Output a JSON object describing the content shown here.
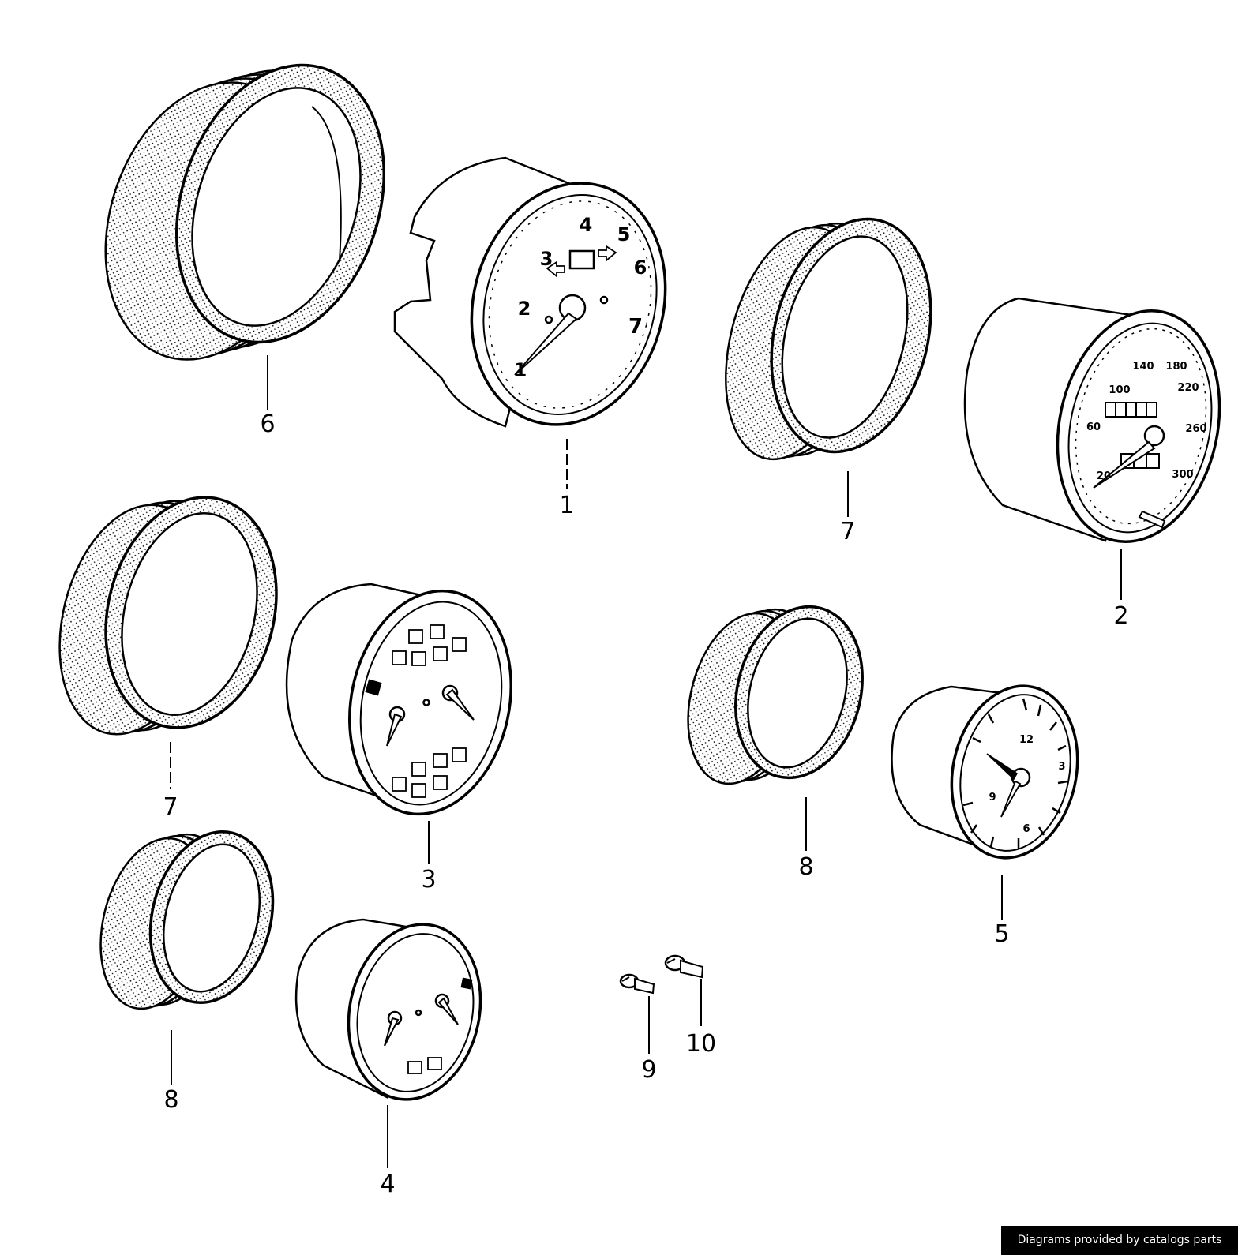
{
  "callouts": {
    "p1": "1",
    "p2": "2",
    "p3": "3",
    "p4": "4",
    "p5": "5",
    "p6": "6",
    "p7a": "7",
    "p7b": "7",
    "p8a": "8",
    "p8b": "8",
    "p9": "9",
    "p10": "10"
  },
  "tachometer": {
    "n1": "1",
    "n2": "2",
    "n3": "3",
    "n4": "4",
    "n5": "5",
    "n6": "6",
    "n7": "7"
  },
  "speedometer": {
    "s20": "20",
    "s60": "60",
    "s100": "100",
    "s140": "140",
    "s180": "180",
    "s220": "220",
    "s260": "260",
    "s300": "300"
  },
  "clock": {
    "c12": "12",
    "c3": "3",
    "c6": "6",
    "c9": "9"
  },
  "credit": "Diagrams provided by catalogs parts"
}
